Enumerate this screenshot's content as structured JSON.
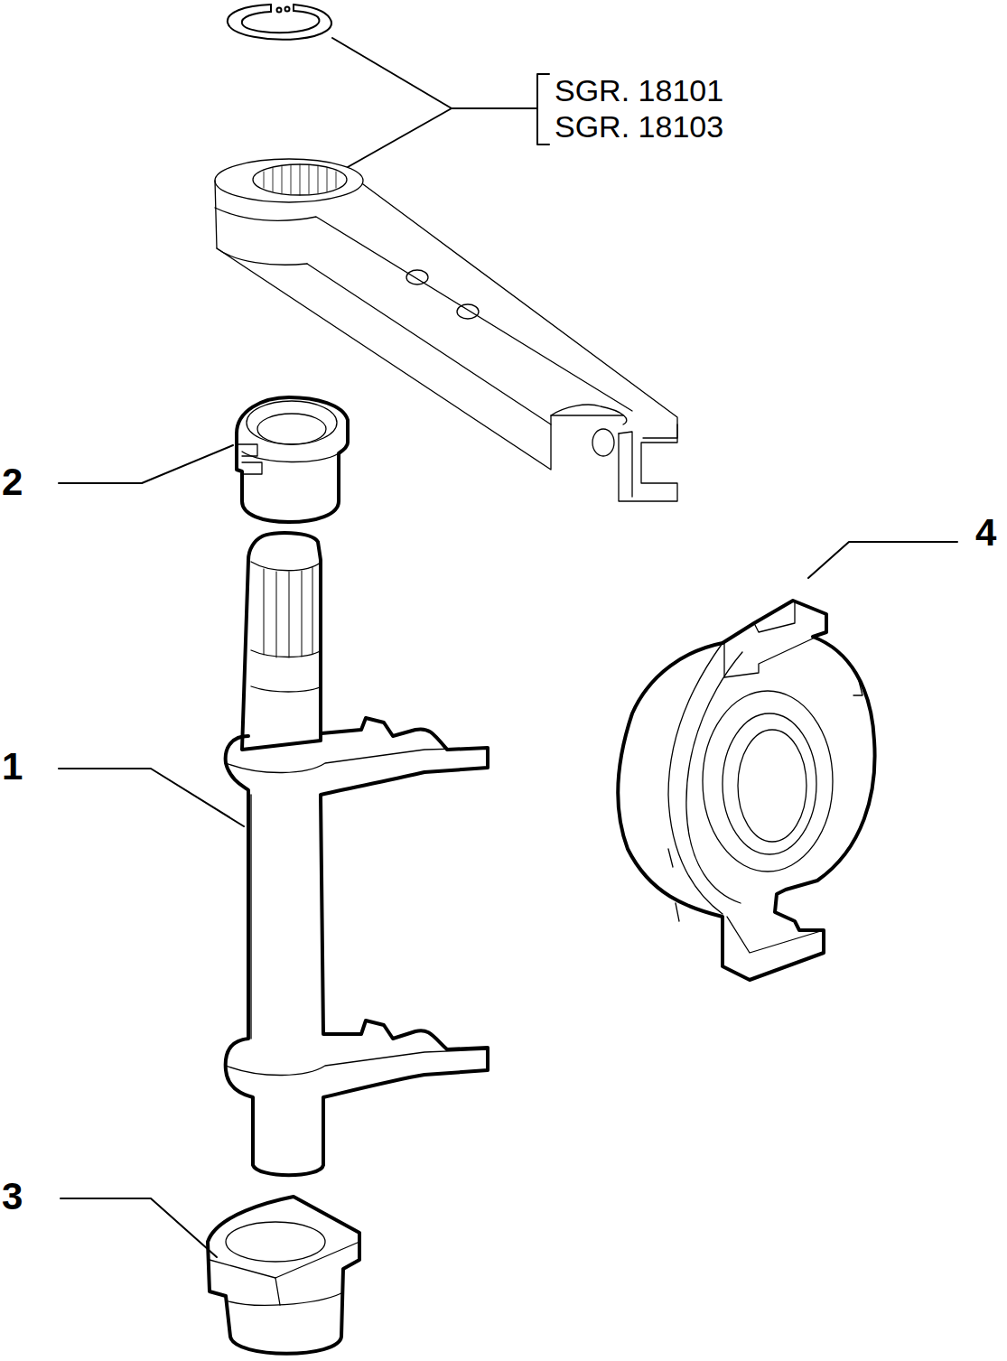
{
  "diagram": {
    "labels": [
      "SGR. 18101",
      "SGR. 18103",
      "2",
      "1",
      "4",
      "3"
    ]
  }
}
